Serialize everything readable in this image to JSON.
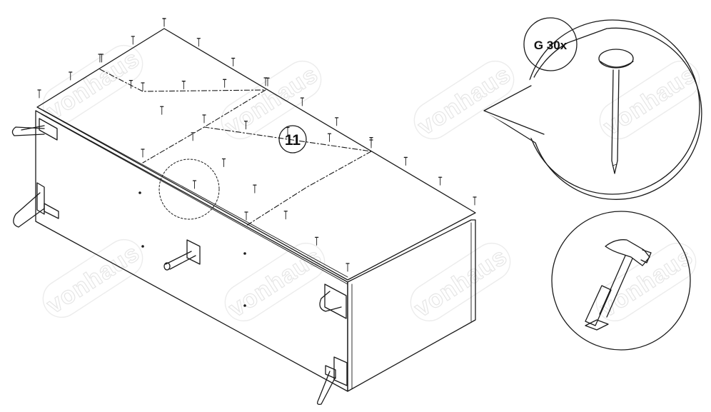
{
  "step": {
    "number": "11"
  },
  "part_callout": {
    "code": "G 30x",
    "part": "nail-g"
  },
  "tools": [
    {
      "name": "hammer"
    }
  ],
  "watermark": {
    "text": "vonhaus"
  },
  "assembly": {
    "highlight": "dash-dot circle marks nail positions on the top panel edge"
  }
}
